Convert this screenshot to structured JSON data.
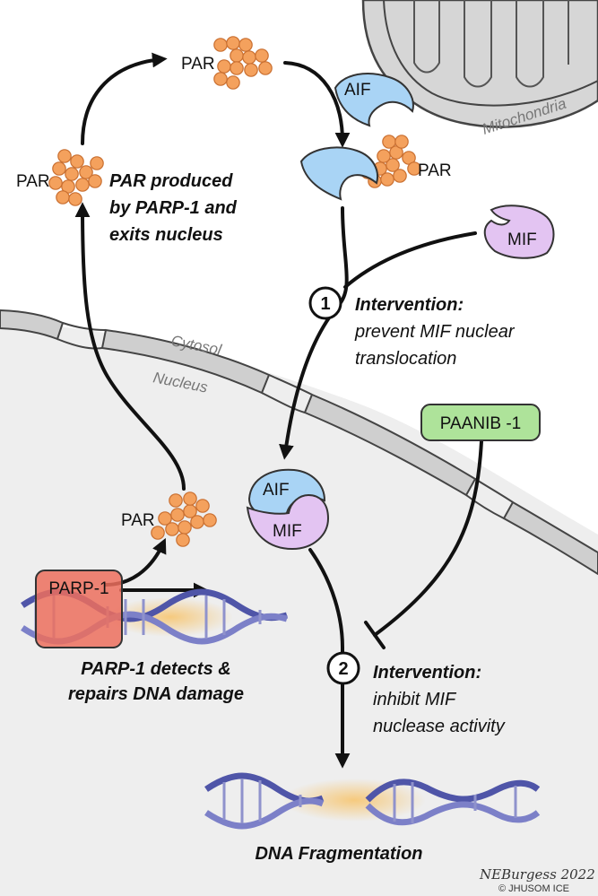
{
  "labels": {
    "par_top": "PAR",
    "par_left": "PAR",
    "par_mid": "PAR",
    "par_nucleus": "PAR",
    "aif_top": "AIF",
    "aif_nucleus": "AIF",
    "mif_cyto": "MIF",
    "mif_nucleus": "MIF",
    "parp1": "PARP-1",
    "paanib": "PAANIB -1",
    "mitochondria": "Mitochondria",
    "cytosol": "Cytosol",
    "nucleus": "Nucleus"
  },
  "captions": {
    "par_produced_1": "PAR produced",
    "par_produced_2": "by PARP-1 and",
    "par_produced_3": "exits nucleus",
    "parp_detects_1": "PARP-1 detects &",
    "parp_detects_2": "repairs DNA damage",
    "dna_fragmentation": "DNA Fragmentation"
  },
  "interventions": [
    {
      "number": "1",
      "title": "Intervention:",
      "line1": "prevent MIF nuclear",
      "line2": "translocation"
    },
    {
      "number": "2",
      "title": "Intervention:",
      "line1": "inhibit MIF",
      "line2": "nuclease activity"
    }
  ],
  "signature": {
    "script": "NEBurgess 2022",
    "credit": "© JHUSOM ICE"
  },
  "colors": {
    "par_bead": "#f4a15d",
    "aif_fill": "#a9d4f5",
    "mif_fill": "#e3c4f2",
    "parp_fill": "#ec6e5d",
    "paanib_fill": "#aee39a",
    "nucleus_fill": "#eeeeee",
    "membrane_fill": "#cfcfcf",
    "mito_fill": "#d6d6d6",
    "dna_blue": "#5a5fb0"
  }
}
